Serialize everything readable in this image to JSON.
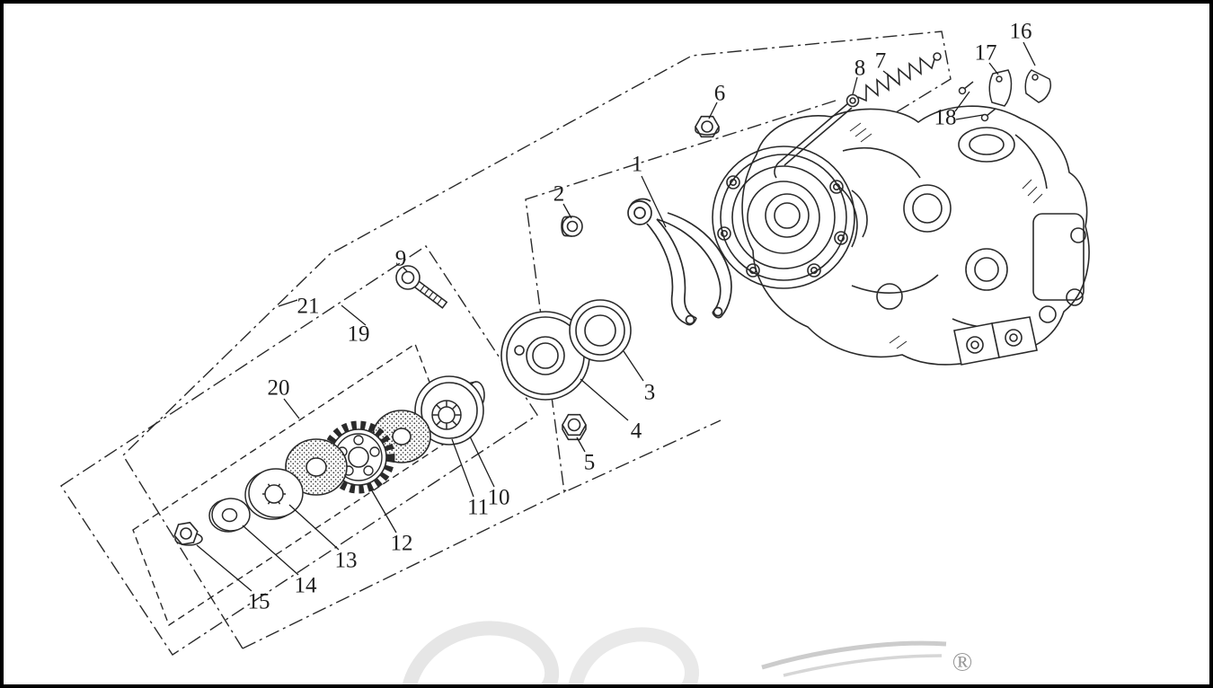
{
  "figure": {
    "registered_mark": "®"
  },
  "style": {
    "background": "#ffffff",
    "line_color": "#2a2a2a",
    "border_color": "#000000",
    "watermark_gray": "#cccccc"
  },
  "callouts": {
    "c1": "1",
    "c2": "2",
    "c3": "3",
    "c4": "4",
    "c5": "5",
    "c6": "6",
    "c7": "7",
    "c8": "8",
    "c9": "9",
    "c10": "10",
    "c11": "11",
    "c12": "12",
    "c13": "13",
    "c14": "14",
    "c15": "15",
    "c16": "16",
    "c17": "17",
    "c18": "18",
    "c19": "19",
    "c20": "20",
    "c21": "21"
  }
}
